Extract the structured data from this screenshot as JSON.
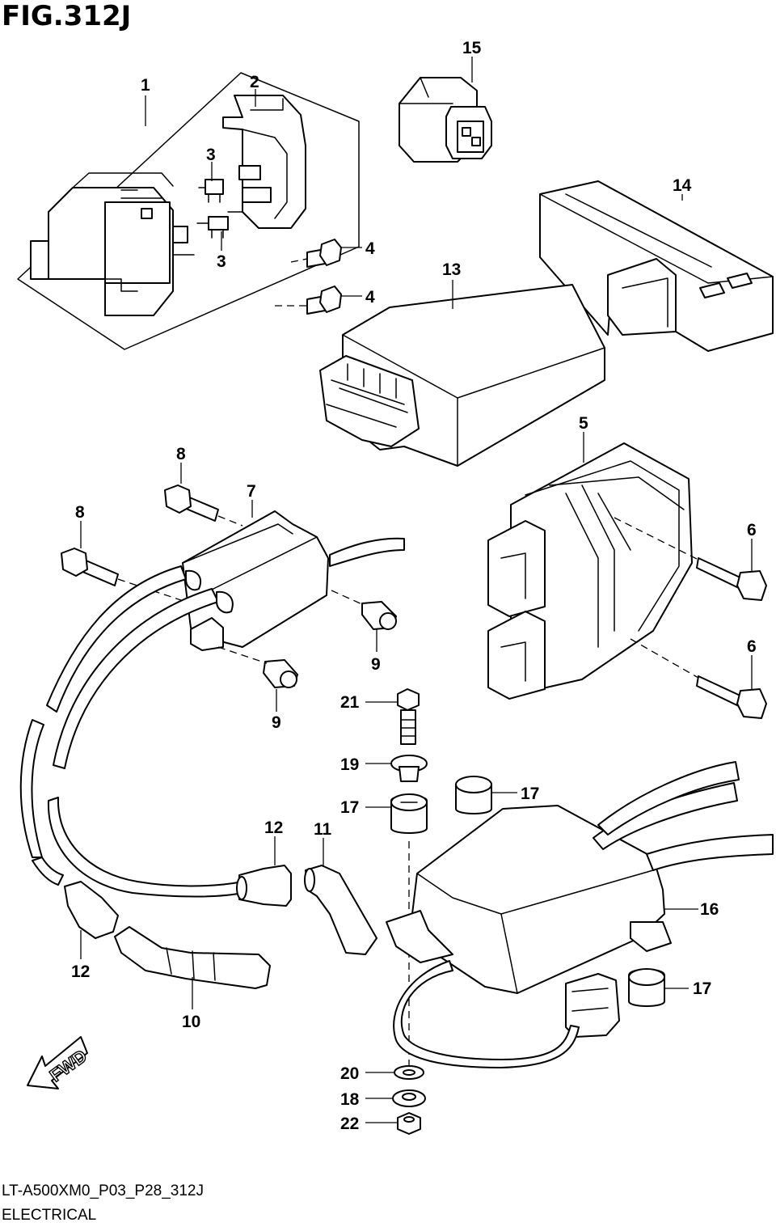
{
  "figure": {
    "title": "FIG.312J"
  },
  "footer": {
    "code": "LT-A500XM0_P03_P28_312J",
    "section": "ELECTRICAL"
  },
  "direction": {
    "label": "FWD"
  },
  "callouts": {
    "c1": "1",
    "c2": "2",
    "c3a": "3",
    "c3b": "3",
    "c4a": "4",
    "c4b": "4",
    "c5": "5",
    "c6a": "6",
    "c6b": "6",
    "c7": "7",
    "c8a": "8",
    "c8b": "8",
    "c9a": "9",
    "c9b": "9",
    "c10": "10",
    "c11": "11",
    "c12a": "12",
    "c12b": "12",
    "c13": "13",
    "c14": "14",
    "c15": "15",
    "c16": "16",
    "c17a": "17",
    "c17b": "17",
    "c17c": "17",
    "c18": "18",
    "c19": "19",
    "c20": "20",
    "c21": "21",
    "c22": "22"
  }
}
